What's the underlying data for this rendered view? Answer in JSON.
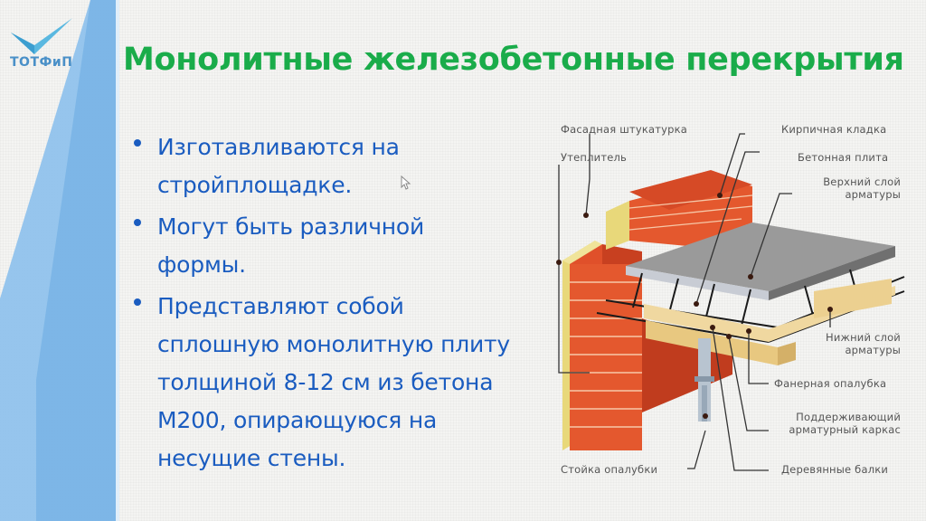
{
  "slide": {
    "logo": {
      "text": "ТОТФиП",
      "icon": "checkmark-logo-icon",
      "color": "#4a90c8"
    },
    "title": "Монолитные железобетонные перекрытия",
    "title_color": "#1aac4a",
    "text_color": "#1a5cc0",
    "accent_panel_color": "#7ab4e6",
    "bullets": [
      {
        "lines": [
          "Изготавливаются на",
          "стройплощадке."
        ]
      },
      {
        "lines": [
          "Могут быть различной",
          "формы."
        ]
      },
      {
        "lines": [
          "Представляют собой",
          "сплошную монолитную плиту",
          "толщиной 8-12 см из бетона",
          "М200, опирающуюся на",
          "несущие стены."
        ]
      }
    ]
  },
  "diagram": {
    "labels": {
      "facade_plaster": "Фасадная штукатурка",
      "insulation": "Утеплитель",
      "brickwork": "Кирпичная кладка",
      "concrete_slab": "Бетонная плита",
      "upper_rebar_1": "Верхний слой",
      "upper_rebar_2": "арматуры",
      "lower_rebar_1": "Нижний слой",
      "lower_rebar_2": "арматуры",
      "plywood_formwork": "Фанерная опалубка",
      "support_frame_1": "Поддерживающий",
      "support_frame_2": "арматурный каркас",
      "wooden_beams": "Деревянные балки",
      "formwork_prop": "Стойка опалубки"
    }
  }
}
